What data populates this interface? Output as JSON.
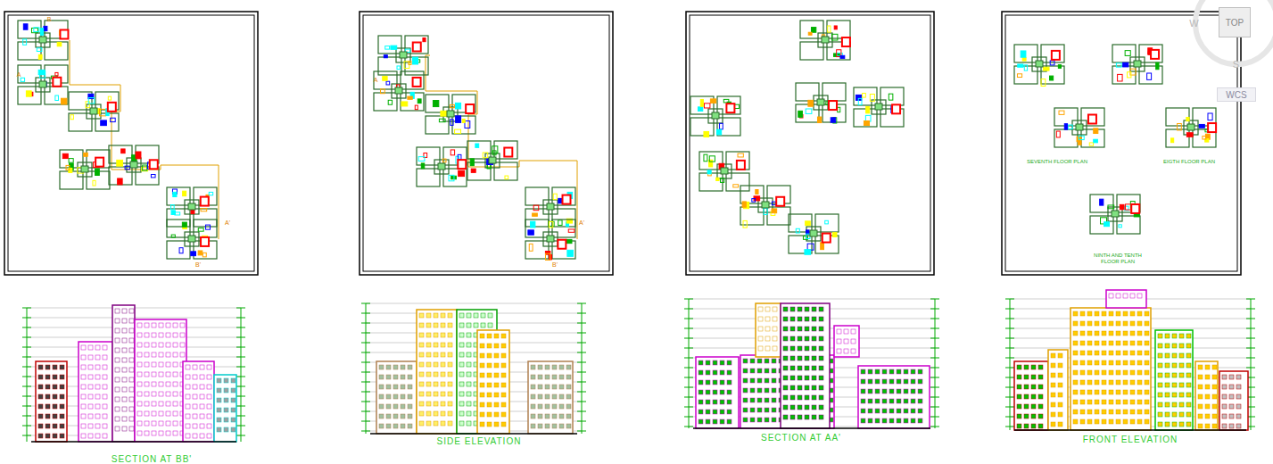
{
  "diagram": {
    "nodes": [
      {
        "text": [
          "TOP"
        ]
      },
      {
        "text": [
          "WCS"
        ]
      }
    ],
    "labels": [
      "B",
      "A",
      "A'",
      "B'",
      "A",
      "A'",
      "B'",
      "SEVENTH FLOOR PLAN",
      "EIGTH FLOOR PLAN",
      "NINTH AND TENTH FLOOR PLAN",
      "SECTION AT BB'",
      "SIDE ELEVATION",
      "SECTION AT AA'",
      "FRONT ELEVATION",
      "W",
      "S"
    ]
  }
}
